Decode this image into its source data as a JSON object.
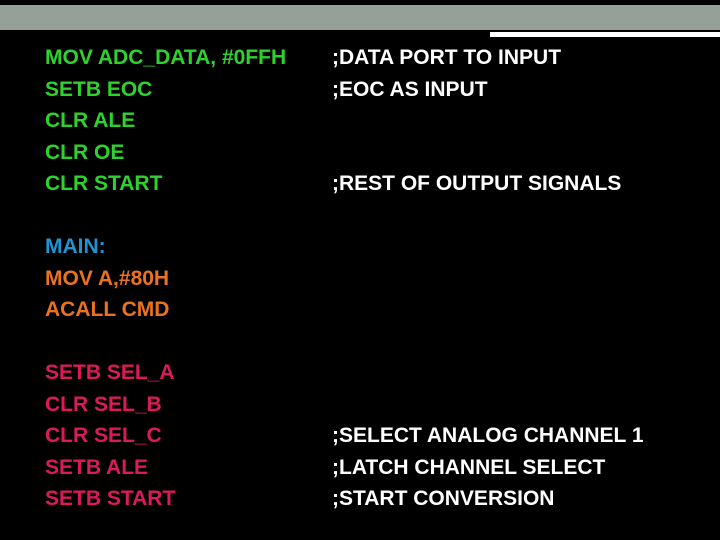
{
  "slide": {
    "background": "#000000",
    "header_bar_color": "#95A098",
    "accent_strip_color": "#FFFFFF"
  },
  "colors": {
    "green": "#2ED22E",
    "blue": "#1E94D2",
    "orange": "#E9731E",
    "crimson": "#DB1A5B",
    "comment": "#FFFFFF"
  },
  "code_sections": [
    {
      "lines": [
        {
          "code": "MOV ADC_DATA, #0FFH",
          "color": "green",
          "comment": ";DATA PORT TO INPUT"
        },
        {
          "code": "SETB EOC",
          "color": "green",
          "comment": ";EOC AS INPUT"
        },
        {
          "code": "CLR ALE",
          "color": "green",
          "comment": ""
        },
        {
          "code": "CLR OE",
          "color": "green",
          "comment": ""
        },
        {
          "code": "CLR START",
          "color": "green",
          "comment": ";REST OF OUTPUT SIGNALS"
        }
      ]
    },
    {
      "lines": [
        {
          "code": "MAIN:",
          "color": "blue",
          "comment": ""
        },
        {
          "code": "MOV A,#80H",
          "color": "orange",
          "comment": ""
        },
        {
          "code": "ACALL CMD",
          "color": "orange",
          "comment": ""
        }
      ]
    },
    {
      "lines": [
        {
          "code": "SETB SEL_A",
          "color": "crimson",
          "comment": ""
        },
        {
          "code": "CLR SEL_B",
          "color": "crimson",
          "comment": ""
        },
        {
          "code": "CLR SEL_C",
          "color": "crimson",
          "comment": ";SELECT ANALOG CHANNEL 1"
        },
        {
          "code": "SETB ALE",
          "color": "crimson",
          "comment": ";LATCH CHANNEL SELECT"
        },
        {
          "code": "SETB START",
          "color": "crimson",
          "comment": ";START CONVERSION"
        }
      ]
    }
  ]
}
